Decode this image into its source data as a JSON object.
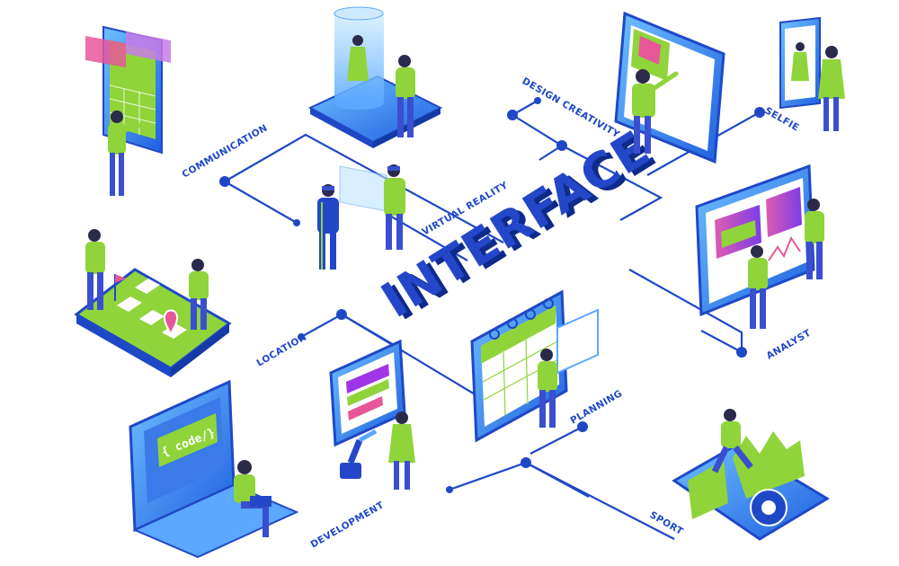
{
  "title": "INTERFACE",
  "nodes": [
    {
      "id": "communication",
      "label": "COMMUNICATION"
    },
    {
      "id": "virtual_reality",
      "label": "VIRTUAL REALITY"
    },
    {
      "id": "design_creativity",
      "label": "DESIGN CREATIVITY"
    },
    {
      "id": "selfie",
      "label": "SELFIE"
    },
    {
      "id": "analyst",
      "label": "ANALYST"
    },
    {
      "id": "location",
      "label": "LOCATION"
    },
    {
      "id": "planning",
      "label": "PLANNING"
    },
    {
      "id": "development",
      "label": "DEVELOPMENT"
    },
    {
      "id": "sport",
      "label": "SPORT"
    }
  ],
  "code_screen_text": "{ code/}",
  "colors": {
    "primary_blue": "#1f48c7",
    "light_blue": "#5aa8ff",
    "green": "#8fd43a",
    "purple": "#a035e8",
    "pink": "#e8569a"
  }
}
